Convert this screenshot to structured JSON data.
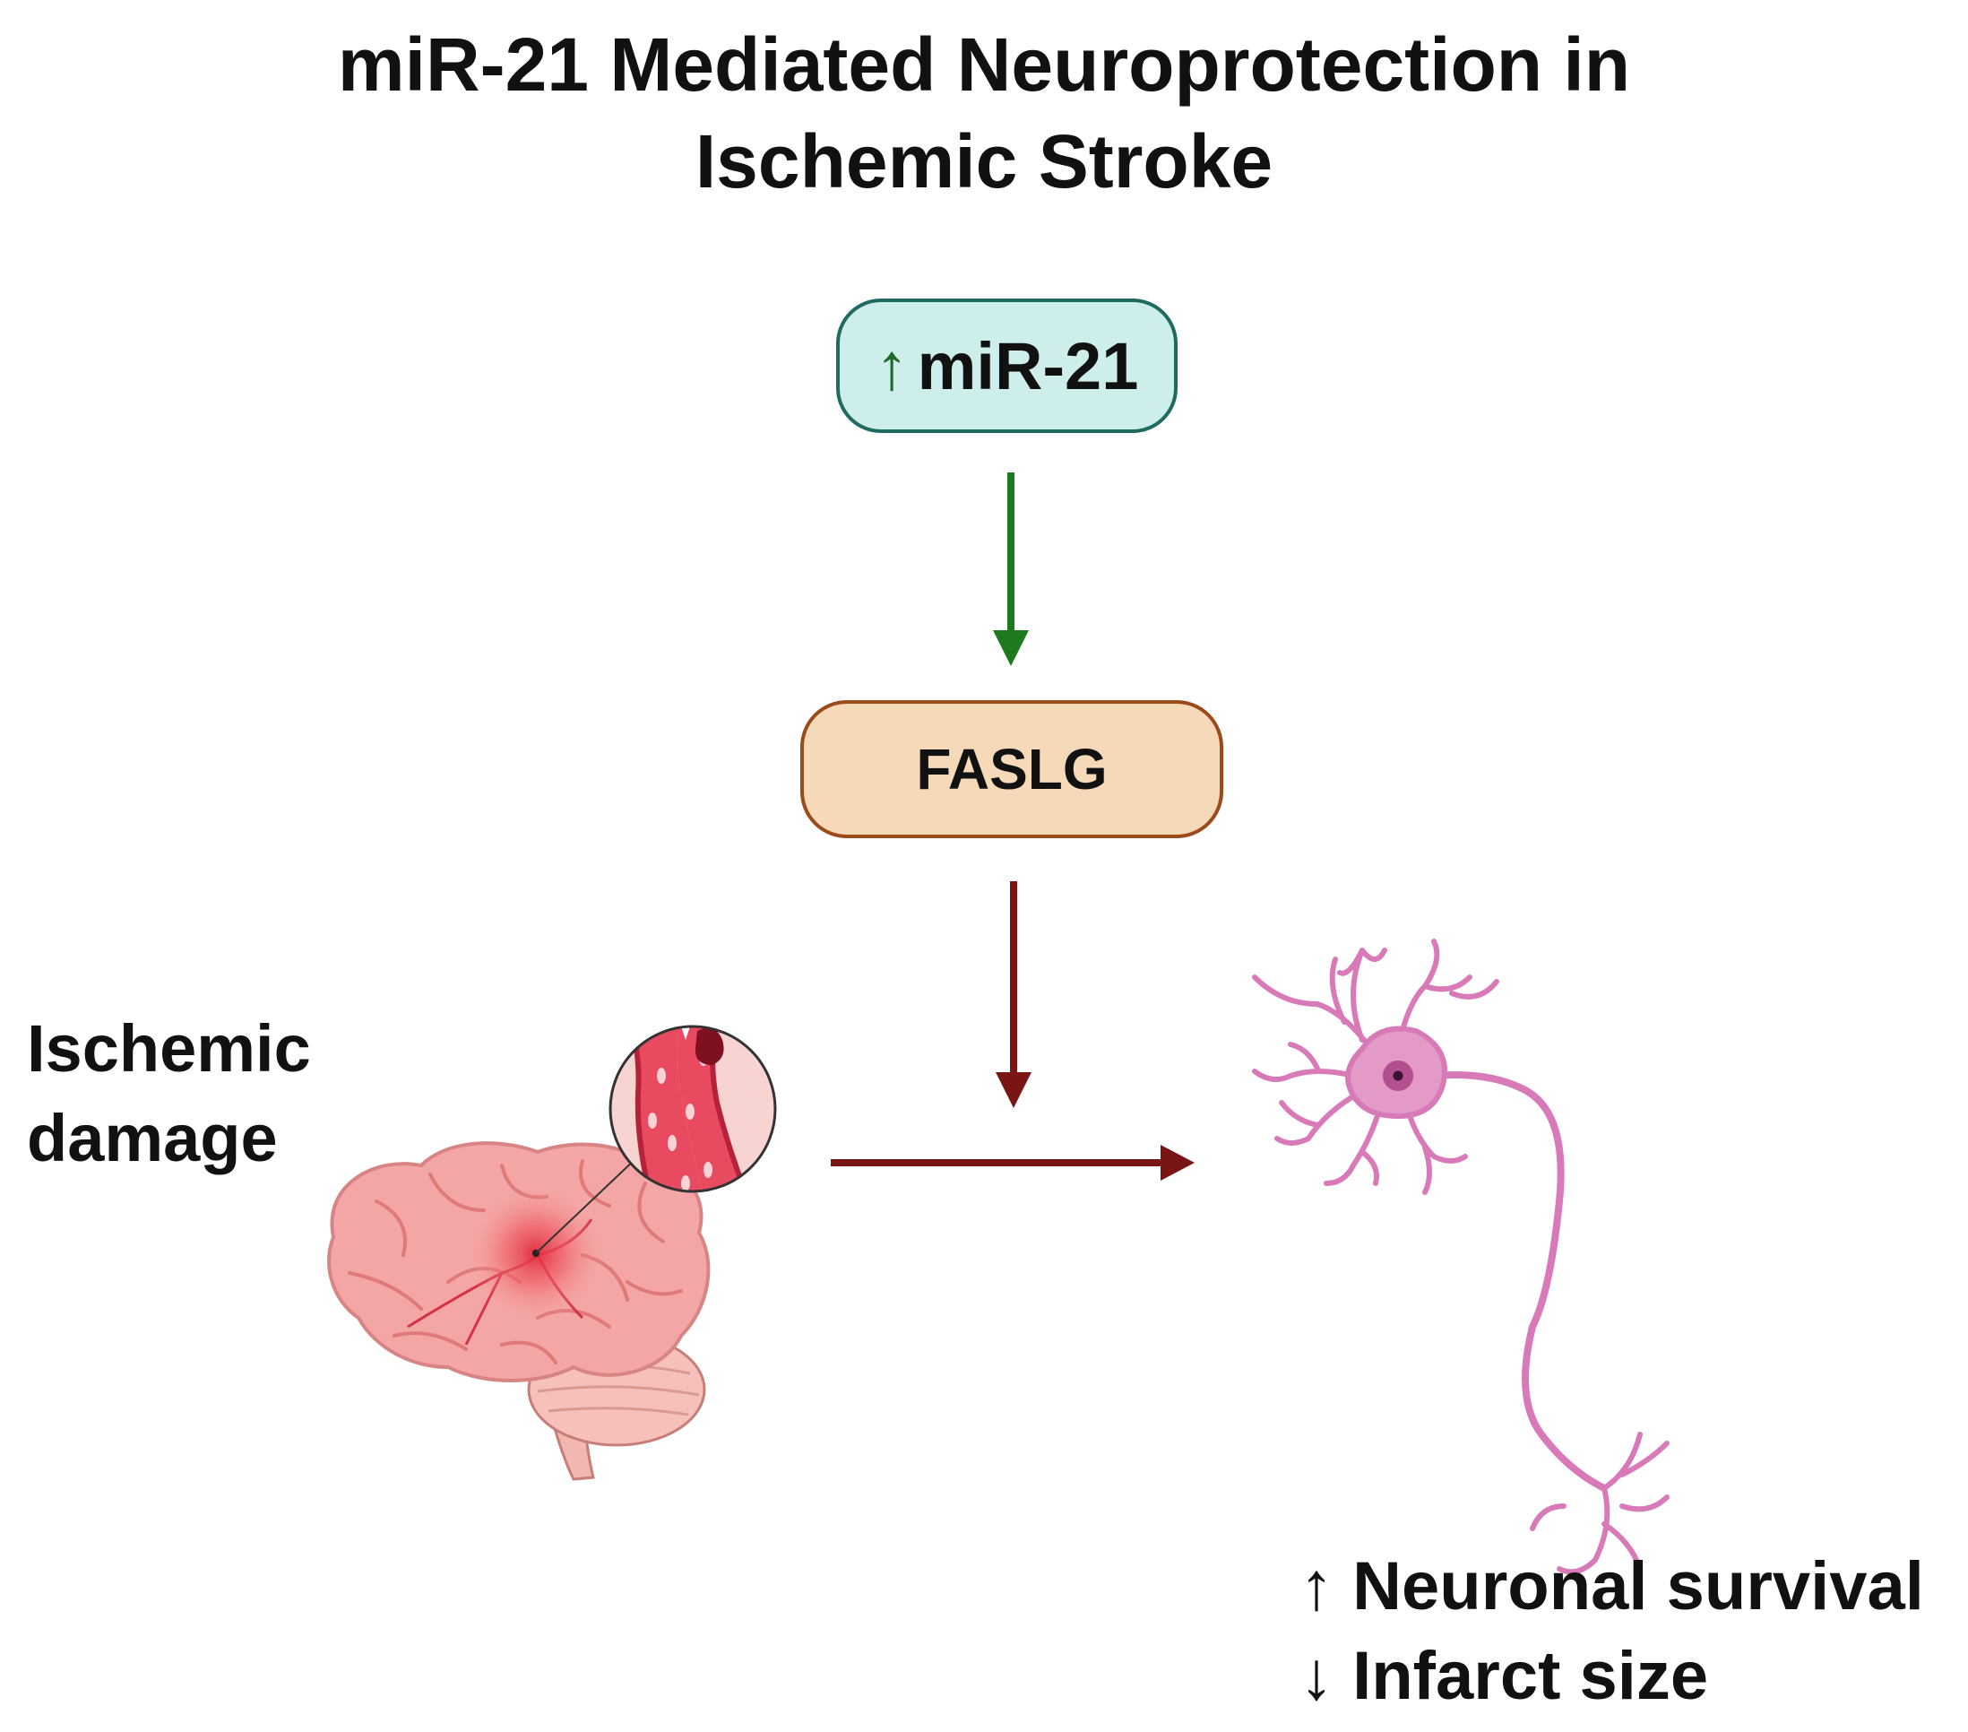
{
  "title": {
    "line1": "miR-21 Mediated Neuroprotection in",
    "line2": "Ischemic Stroke"
  },
  "nodes": {
    "mir21": {
      "arrow": "↑",
      "label": "miR-21"
    },
    "faslg": {
      "label": "FASLG"
    }
  },
  "side_label": {
    "line1": "Ischemic",
    "line2": "damage"
  },
  "outcomes": [
    {
      "arrow": "↑",
      "label": "Neuronal survival"
    },
    {
      "arrow": "↓",
      "label": "Infarct size"
    }
  ],
  "colors": {
    "activation_arrow": "#1e7a1e",
    "inhibition_arrow": "#7a1515",
    "mir_fill": "#cdeeea",
    "faslg_fill": "#f6d9b9",
    "brain_fill": "#f4a6a6",
    "neuron_fill": "#d87ab8"
  },
  "icons": [
    "brain-icon",
    "blood-clot-vessel-icon",
    "neuron-icon"
  ]
}
